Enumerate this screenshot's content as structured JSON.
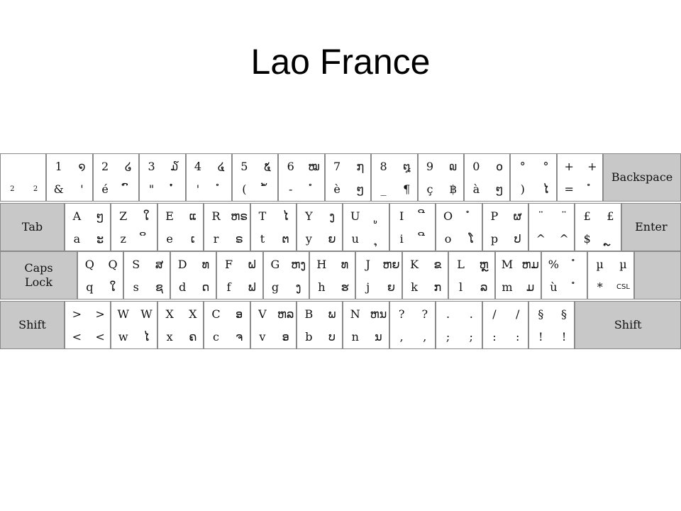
{
  "title": "Lao France",
  "keyboard": {
    "rows": [
      {
        "keys": [
          [
            "",
            "",
            "",
            "2",
            "2",
            ""
          ],
          [
            "1",
            "໑",
            "&",
            "'",
            "ໍ",
            ""
          ],
          [
            "2",
            "໒",
            "é",
            "ົ",
            "",
            ""
          ],
          [
            "3",
            "໓",
            "\"",
            "ໍ່",
            "",
            ""
          ],
          [
            "4",
            "໔",
            "'",
            "ໍ",
            "",
            ""
          ],
          [
            "5",
            "໕",
            "(",
            "ໍ້",
            "",
            ""
          ],
          [
            "6",
            "ໝ",
            "-",
            "ໍ",
            "",
            ""
          ],
          [
            "7",
            "໗",
            "è",
            "ໆ",
            "",
            ""
          ],
          [
            "8",
            "໘",
            "_",
            "¶",
            "",
            ""
          ],
          [
            "9",
            "໙",
            "ç",
            "฿",
            "",
            ""
          ],
          [
            "0",
            "໐",
            "à",
            "ໆ",
            "",
            ""
          ],
          [
            "°",
            "°",
            ")",
            "ໄ",
            "",
            ""
          ],
          [
            "+",
            "+",
            "=",
            "ໍ",
            "",
            ""
          ]
        ],
        "special": {
          "label": "Backspace"
        }
      },
      {
        "special_left": {
          "label": "Tab"
        },
        "keys": [
          [
            "A",
            "ໆ",
            "a",
            "ະ"
          ],
          [
            "Z",
            "ໃ",
            "z",
            "ິ"
          ],
          [
            "E",
            "ແ",
            "e",
            "ເ"
          ],
          [
            "R",
            "ຫຣ",
            "r",
            "ຣ"
          ],
          [
            "T",
            "ໄ",
            "t",
            "ຕ"
          ],
          [
            "Y",
            "ງ",
            "y",
            "ຍ"
          ],
          [
            "U",
            "ູ",
            "u",
            "ຸ"
          ],
          [
            "I",
            "ີ",
            "i",
            "ີ"
          ],
          [
            "O",
            "ໍ",
            "o",
            "ໂ"
          ],
          [
            "P",
            "ຜ",
            "p",
            "ປ"
          ],
          [
            "¨",
            "¨",
            "^",
            "^"
          ],
          [
            "£",
            "£",
            "$",
            "ຼ"
          ]
        ],
        "special_right": {
          "label": "Enter"
        }
      },
      {
        "special_left": {
          "label": "Caps\nLock"
        },
        "keys": [
          [
            "Q",
            "Q",
            "q",
            "ໃ"
          ],
          [
            "S",
            "ສ",
            "s",
            "ຊ"
          ],
          [
            "D",
            "ທ",
            "d",
            "ດ"
          ],
          [
            "F",
            "ຝ",
            "f",
            "ຟ"
          ],
          [
            "G",
            "ຫງ",
            "g",
            "ງ"
          ],
          [
            "H",
            "ທ",
            "h",
            "ຮ"
          ],
          [
            "J",
            "ຫຍ",
            "j",
            "ຍ"
          ],
          [
            "K",
            "ຂ",
            "k",
            "ກ"
          ],
          [
            "L",
            "ຫຼ",
            "l",
            "ລ"
          ],
          [
            "M",
            "ຫມ",
            "m",
            "ມ"
          ],
          [
            "%",
            "ໍ",
            "ù",
            "ໍ"
          ],
          [
            "µ",
            "µ",
            "*",
            "CSL"
          ]
        ]
      },
      {
        "special_left": {
          "label": "Shift"
        },
        "keys": [
          [
            ">",
            ">",
            "<",
            "<"
          ],
          [
            "W",
            "W",
            "w",
            "ໄ"
          ],
          [
            "X",
            "X",
            "x",
            "ຄ"
          ],
          [
            "C",
            "ອ",
            "c",
            "ຈ"
          ],
          [
            "V",
            "ຫລ",
            "v",
            "ອ"
          ],
          [
            "B",
            "ພ",
            "b",
            "ບ"
          ],
          [
            "N",
            "ຫນ",
            "n",
            "ນ"
          ],
          [
            "?",
            "?",
            ",",
            ","
          ],
          [
            ".",
            ".",
            ";",
            ";"
          ],
          [
            "/",
            "/",
            ":",
            ":"
          ],
          [
            "§",
            "§",
            "!",
            "!"
          ]
        ],
        "special_right": {
          "label": "Shift"
        }
      }
    ]
  }
}
